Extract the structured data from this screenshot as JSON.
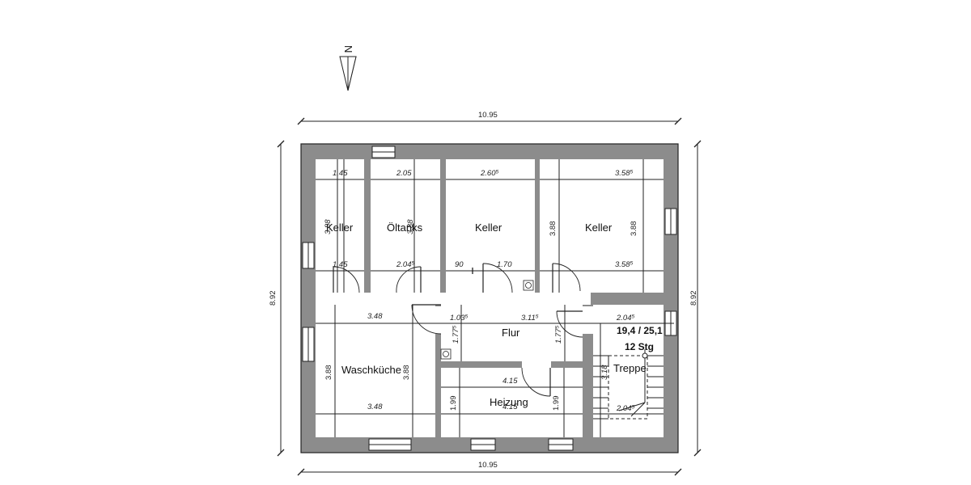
{
  "north_symbol": {
    "letter": "N",
    "icon": "north-arrow-icon"
  },
  "overall_dimensions": {
    "top_width": "10.95",
    "bottom_width": "10.95",
    "left_height": "8.92",
    "right_height": "8.92"
  },
  "rooms": {
    "keller_1": {
      "name": "Keller",
      "width_top": "1.45",
      "width_bottom": "1.45",
      "height": "3.88"
    },
    "oeltanks": {
      "name": "Öltanks",
      "width_top": "2.05",
      "width_bottom": "2.04⁵",
      "height": "3.88"
    },
    "keller_2": {
      "name": "Keller",
      "width_top": "2.60⁵",
      "width_left": "90",
      "width_right": "1.70"
    },
    "keller_3": {
      "name": "Keller",
      "width_top": "3.58⁵",
      "width_bottom": "3.58⁵",
      "height_left": "3.88",
      "height_right": "3.88"
    },
    "waschkueche": {
      "name": "Waschküche",
      "width_top": "3.48",
      "width_bottom": "3.48",
      "height_left": "3.88",
      "height_right": "3.88"
    },
    "flur": {
      "name": "Flur",
      "width_left": "1.03⁵",
      "width_right": "3.11⁵",
      "height_left": "1.77⁵",
      "height_right": "1.77⁵"
    },
    "heizung": {
      "name": "Heizung",
      "width_top": "4.15",
      "width_bottom": "4.15",
      "height_left": "1.99",
      "height_right": "1.99"
    },
    "treppe": {
      "name": "Treppe",
      "ratio": "19,4 / 25,1",
      "steps": "12 Stg",
      "width_top": "2.04⁵",
      "width_bottom": "2.04⁵",
      "height": "3.18"
    }
  }
}
